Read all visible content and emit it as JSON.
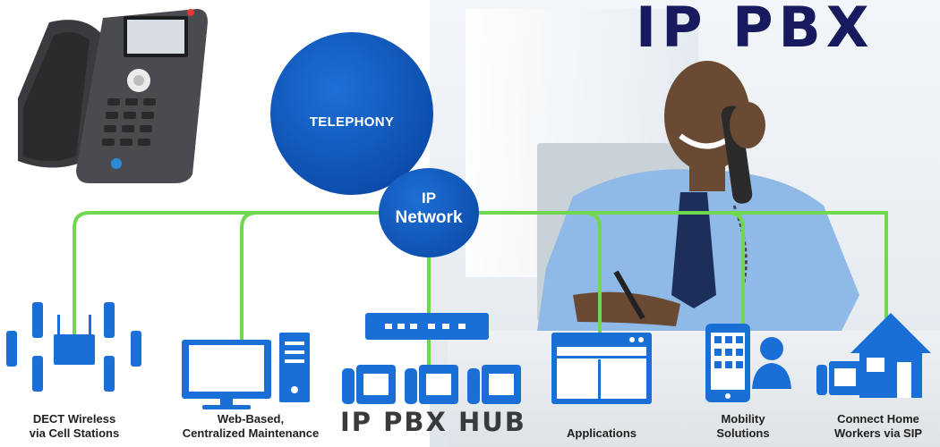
{
  "title": "IP PBX",
  "hub_label": "IP PBX HUB",
  "nodes": {
    "telephony": "TELEPHONY",
    "network_line1": "IP",
    "network_line2": "Network"
  },
  "endpoints": [
    {
      "line1": "DECT Wireless",
      "line2": "via Cell Stations"
    },
    {
      "line1": "Web-Based,",
      "line2": "Centralized Maintenance"
    },
    {
      "line1": "Applications",
      "line2": ""
    },
    {
      "line1": "Mobility",
      "line2": "Solutions"
    },
    {
      "line1": "Connect Home",
      "line2": "Workers via SIP"
    }
  ],
  "icons": [
    "desk-phone-icon",
    "telephony-icon",
    "dect-phone-icon",
    "cell-station-icon",
    "monitor-icon",
    "server-tower-icon",
    "pbx-appliance-icon",
    "ip-phone-icon",
    "application-window-icon",
    "smartphone-icon",
    "user-icon",
    "home-icon"
  ],
  "colors": {
    "brand_blue": "#0d4fae",
    "connector_green": "#6fd84e",
    "title_navy": "#171a5e",
    "icon_blue": "#1a6fd6"
  }
}
